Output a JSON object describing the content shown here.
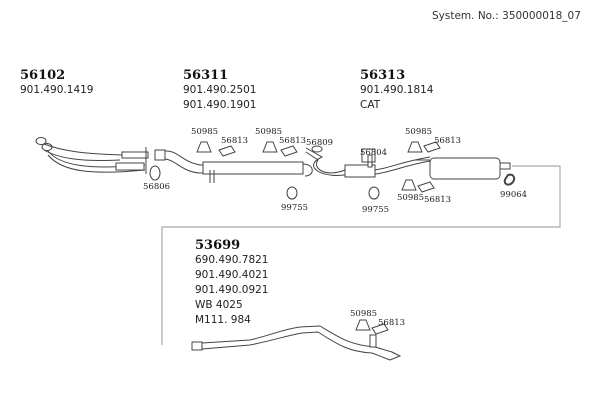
{
  "header": {
    "system_no": "System. No.: 350000018_07"
  },
  "groups": [
    {
      "id": "56102",
      "lines": [
        "901.490.1419"
      ]
    },
    {
      "id": "56311",
      "lines": [
        "901.490.2501",
        "901.490.1901"
      ]
    },
    {
      "id": "56313",
      "lines": [
        "901.490.1814",
        "CAT"
      ]
    },
    {
      "id": "53699",
      "lines": [
        "690.490.7821",
        "901.490.4021",
        "901.490.0921",
        "WB 4025",
        "M111. 984"
      ]
    }
  ],
  "part_labels": {
    "p56806": "56806",
    "p50985_a": "50985",
    "p56813_a": "56813",
    "p50985_b": "50985",
    "p56813_b": "56813",
    "p56809": "56809",
    "p99755_a": "99755",
    "p56804": "56804",
    "p99755_b": "99755",
    "p50985_c": "50985",
    "p56813_c": "56813",
    "p50985_d": "50985",
    "p56813_d": "56813",
    "p99064": "99064",
    "p50985_e": "50985",
    "p56813_e": "56813"
  }
}
